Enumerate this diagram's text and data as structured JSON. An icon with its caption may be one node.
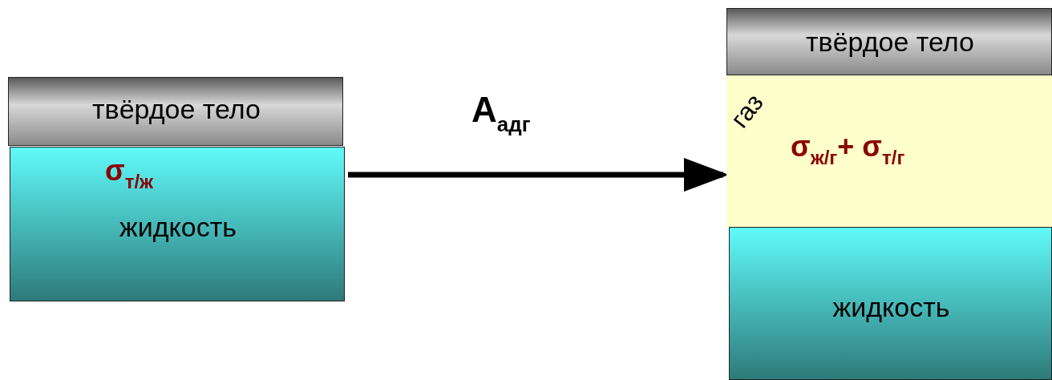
{
  "diagram": {
    "nodes": [
      {
        "text": [
          "твёрдое тело"
        ]
      },
      {
        "text": [
          "σ$_{т/ж}$",
          "жидкость"
        ]
      },
      {
        "text": [
          "твёрдое тело"
        ]
      },
      {
        "text": [
          "газ",
          "σ$_{ж/г}$+ σ$_{т/г}$"
        ]
      },
      {
        "text": [
          "жидкость"
        ]
      }
    ],
    "edges": [
      {
        "from": 1,
        "to": 3,
        "arrow": "to",
        "label": "A$_{адг}$"
      }
    ]
  }
}
